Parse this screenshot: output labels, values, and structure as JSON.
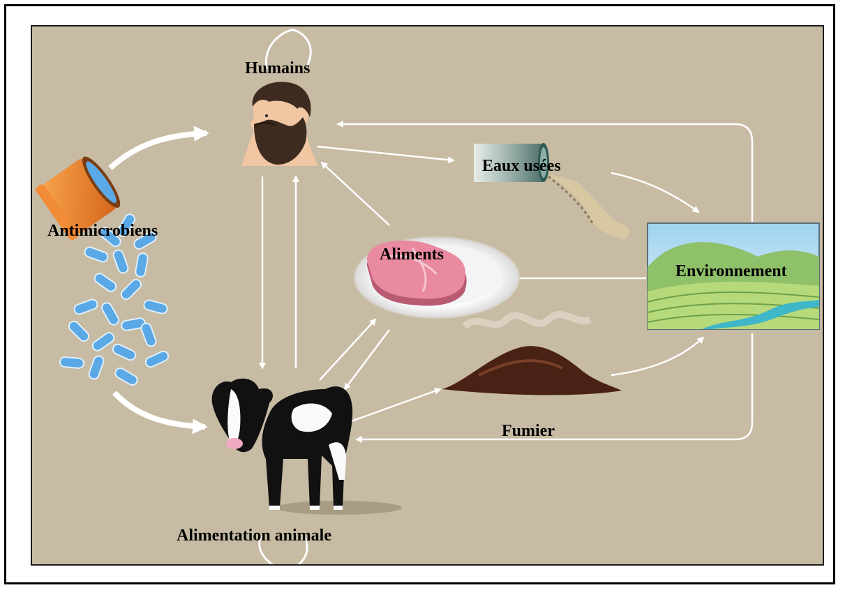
{
  "labels": {
    "humans": "Humains",
    "wastewater": "Eaux usées",
    "antimicrobials": "Antimicrobiens",
    "food": "Aliments",
    "environment": "Environnement",
    "manure": "Fumier",
    "animal_feed": "Alimentation animale"
  },
  "colors": {
    "background": "#c7bba4",
    "arrow": "#ffffff",
    "capsule": "#5aa8e6",
    "bottle": "#e77f24",
    "meat": "#e98aa0",
    "manure": "#4a2115"
  },
  "icons": [
    "human-head-icon",
    "pill-bottle-icon",
    "capsules-icon",
    "meat-plate-icon",
    "wastewater-pipe-icon",
    "field-landscape-icon",
    "manure-pile-icon",
    "calf-icon"
  ]
}
